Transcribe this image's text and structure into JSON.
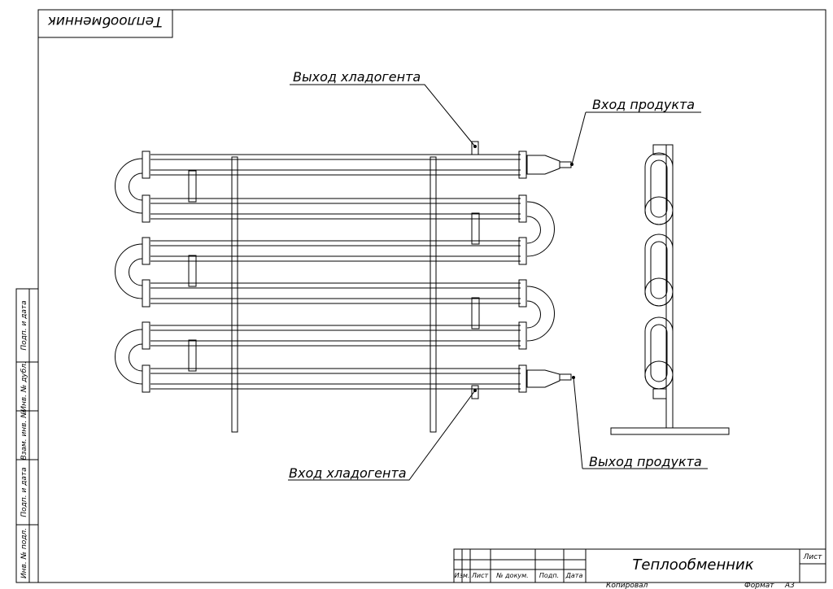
{
  "stamp_top_mirrored": "Теплообменник",
  "labels": {
    "refrigerant_out": "Выход хладогента",
    "product_in": "Вход продукта",
    "refrigerant_in": "Вход хладогента",
    "product_out": "Выход продукта"
  },
  "side_columns": [
    "Подп. и дата",
    "Инв. № дубл.",
    "Взам. инв. №",
    "Подп. и дата",
    "Инв. № подл."
  ],
  "title_block": {
    "title": "Теплообменник",
    "sheet_label": "Лист",
    "headers": [
      "Изм.",
      "Лист",
      "№ докум.",
      "Подп.",
      "Дата"
    ],
    "copied": "Копировал",
    "format_label": "Формат",
    "format_value": "A3"
  }
}
